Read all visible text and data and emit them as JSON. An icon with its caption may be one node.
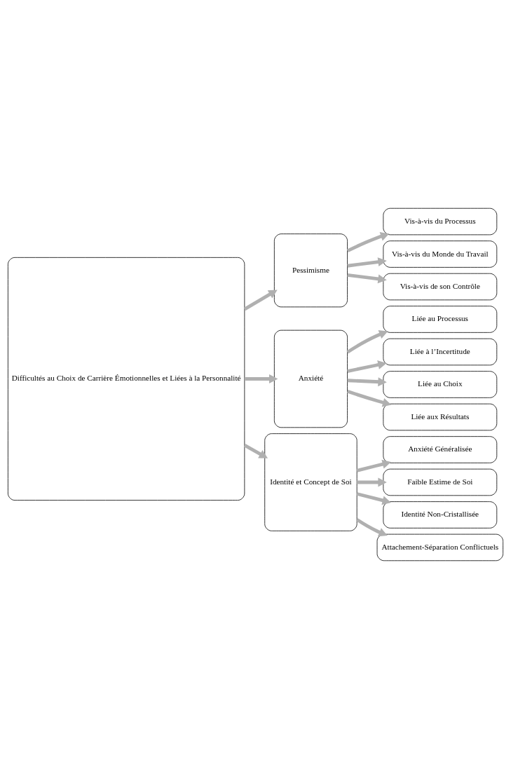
{
  "diagram": {
    "nodes": [
      {
        "text": [
          "Difficultés au Choix de Carrière Émotionnelles et Liées à la Personnalité"
        ]
      },
      {
        "text": [
          "Pessimisme"
        ]
      },
      {
        "text": [
          "Vis-à-vis du Processus"
        ]
      },
      {
        "text": [
          "Vis-à-vis du Monde du Travail"
        ]
      },
      {
        "text": [
          "Vis-à-vis de son Contrôle"
        ]
      },
      {
        "text": [
          "Anxiété"
        ]
      },
      {
        "text": [
          "Liée au Processus"
        ]
      },
      {
        "text": [
          "Liée à l’Incertitude"
        ]
      },
      {
        "text": [
          "Liée au Choix"
        ]
      },
      {
        "text": [
          "Liée aux Résultats"
        ]
      },
      {
        "text": [
          "Identité et Concept de Soi"
        ]
      },
      {
        "text": [
          "Anxiété Généralisée"
        ]
      },
      {
        "text": [
          "Faible Estime de Soi"
        ]
      },
      {
        "text": [
          "Identité Non-Cristallisée"
        ]
      },
      {
        "text": [
          "Attachement-Séparation Conflictuels"
        ]
      }
    ],
    "edges": [
      {
        "from": 0,
        "to": 1,
        "arrow": "to"
      },
      {
        "from": 1,
        "to": 2,
        "arrow": "to"
      },
      {
        "from": 1,
        "to": 3,
        "arrow": "to"
      },
      {
        "from": 1,
        "to": 4,
        "arrow": "to"
      },
      {
        "from": 0,
        "to": 5,
        "arrow": "to"
      },
      {
        "from": 5,
        "to": 6,
        "arrow": "to"
      },
      {
        "from": 5,
        "to": 7,
        "arrow": "to"
      },
      {
        "from": 5,
        "to": 8,
        "arrow": "to"
      },
      {
        "from": 5,
        "to": 9,
        "arrow": "to"
      },
      {
        "from": 0,
        "to": 10,
        "arrow": "to"
      },
      {
        "from": 10,
        "to": 11,
        "arrow": "to"
      },
      {
        "from": 10,
        "to": 12,
        "arrow": "to"
      },
      {
        "from": 10,
        "to": 13,
        "arrow": "to"
      },
      {
        "from": 10,
        "to": 14,
        "arrow": "to"
      }
    ]
  }
}
